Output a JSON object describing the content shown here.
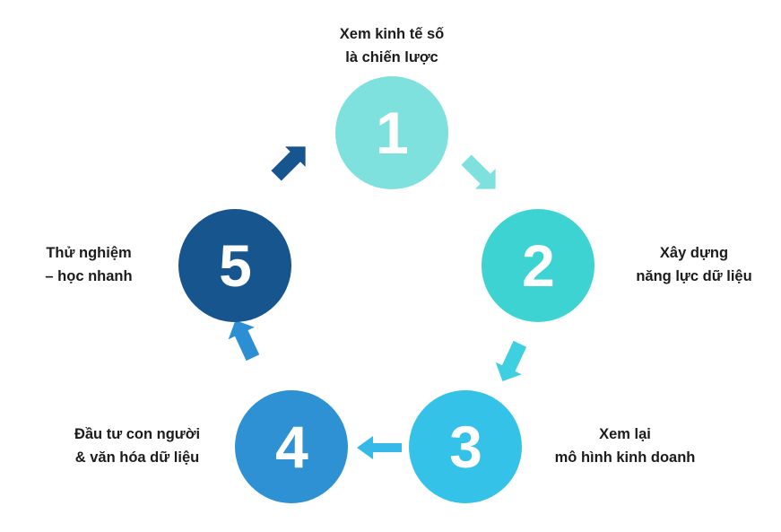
{
  "diagram": {
    "type": "cycle",
    "title": "",
    "background_color": "#ffffff",
    "text_color": "#1c1c1c",
    "steps": [
      {
        "number": "1",
        "caption_lines": [
          "Xem kinh tế số",
          "là chiến lược"
        ],
        "color": "#7fe1dd",
        "position": "top"
      },
      {
        "number": "2",
        "caption_lines": [
          "Xây dựng",
          "năng lực dữ liệu"
        ],
        "color": "#3dd3d2",
        "position": "right"
      },
      {
        "number": "3",
        "caption_lines": [
          "Xem lại",
          "mô hình kinh doanh"
        ],
        "color": "#35c2e8",
        "position": "bottom-right"
      },
      {
        "number": "4",
        "caption_lines": [
          "Đầu tư con người",
          "& văn hóa dữ liệu"
        ],
        "color": "#2d91d3",
        "position": "bottom-left"
      },
      {
        "number": "5",
        "caption_lines": [
          "Thử nghiệm",
          "– học nhanh"
        ],
        "color": "#17558f",
        "position": "left"
      }
    ],
    "arrows": [
      {
        "from": "1",
        "to": "2",
        "color": "#7fe1dd",
        "direction": "down-right"
      },
      {
        "from": "2",
        "to": "3",
        "color": "#3ecfe0",
        "direction": "down-left"
      },
      {
        "from": "3",
        "to": "4",
        "color": "#35b9e8",
        "direction": "left"
      },
      {
        "from": "4",
        "to": "5",
        "color": "#2d8fd3",
        "direction": "up-left"
      },
      {
        "from": "5",
        "to": "1",
        "color": "#17558f",
        "direction": "up-right"
      }
    ]
  }
}
